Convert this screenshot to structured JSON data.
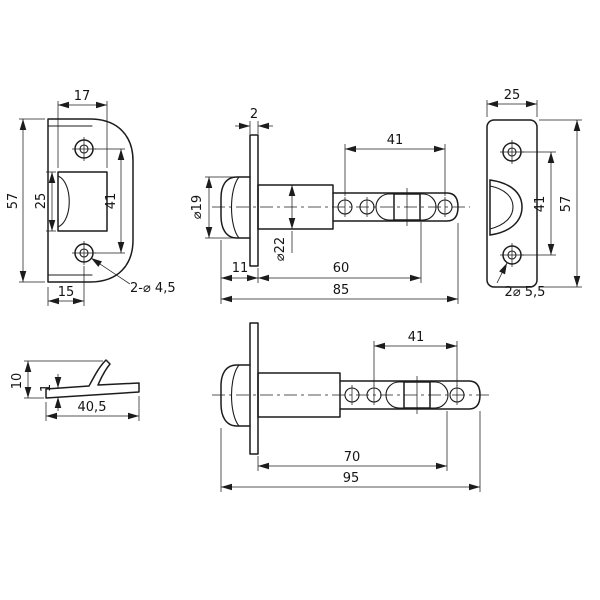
{
  "drawing": {
    "strike_front": {
      "dim_17": "17",
      "dim_57": "57",
      "dim_25": "25",
      "dim_41": "41",
      "dim_15": "15",
      "note_holes": "2-⌀ 4,5"
    },
    "latch_85": {
      "dim_2": "2",
      "dim_41": "41",
      "dia_bolt": "⌀19",
      "dia_tube": "⌀22",
      "dim_11": "11",
      "dim_60": "60",
      "dim_85": "85"
    },
    "faceplate_front": {
      "dim_25": "25",
      "dim_57": "57",
      "dim_41": "41",
      "note_holes": "2⌀ 5,5"
    },
    "strike_side": {
      "dim_10": "10",
      "dim_1": "1",
      "dim_length": "40,5"
    },
    "latch_95": {
      "dim_41": "41",
      "dim_70": "70",
      "dim_95": "95"
    }
  },
  "colors": {
    "line": "#1c1c1c",
    "background": "#ffffff"
  }
}
